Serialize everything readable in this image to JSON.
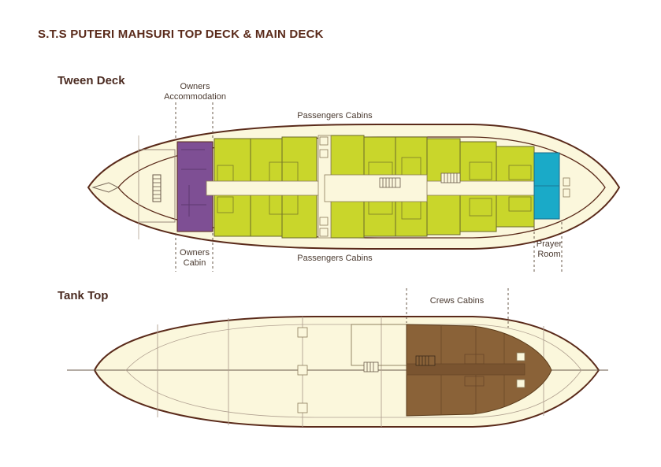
{
  "page": {
    "title": "S.T.S PUTERI MAHSURI TOP DECK & MAIN DECK"
  },
  "tween_deck": {
    "heading": "Tween Deck",
    "labels": {
      "owners_accommodation_1": "Owners",
      "owners_accommodation_2": "Accommodation",
      "passengers_cabins_top": "Passengers Cabins",
      "passengers_cabins_bottom": "Passengers Cabins",
      "owners_cabin_1": "Owners",
      "owners_cabin_2": "Cabin",
      "prayer_room_1": "Prayer",
      "prayer_room_2": "Room"
    }
  },
  "tank_top": {
    "heading": "Tank Top",
    "labels": {
      "crews_cabins": "Crews Cabins"
    }
  },
  "colors": {
    "hull_fill": "#fbf7dc",
    "hull_stroke": "#5a2a1a",
    "owners_cabin": "#7e4f94",
    "passenger_cabins": "#c9d62b",
    "prayer_room": "#1aaac8",
    "crews_cabins": "#8a6238",
    "lines": "#7a6a5a"
  }
}
